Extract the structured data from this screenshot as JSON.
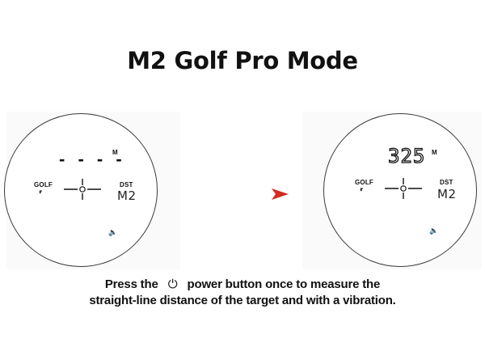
{
  "title": "M2 Golf Pro Mode",
  "left_screen": {
    "distance": "- - - -",
    "unit": "M",
    "golf_label": "GOLF",
    "flag_glyph": "⸢",
    "dst_label": "DST",
    "mode": "M2",
    "sound_icon": "speaker-icon",
    "sound_glyph": "🔈"
  },
  "right_screen": {
    "distance": "325",
    "unit": "M",
    "golf_label": "GOLF",
    "flag_glyph": "⸢",
    "dst_label": "DST",
    "mode": "M2",
    "sound_icon": "speaker-icon",
    "sound_glyph": "🔈"
  },
  "arrow_color": "#d42a1f",
  "caption": {
    "line1_before": "Press the",
    "power_icon": "⏻",
    "line1_after": "power button once to measure the",
    "line2": "straight-line distance of the target and with a vibration."
  }
}
